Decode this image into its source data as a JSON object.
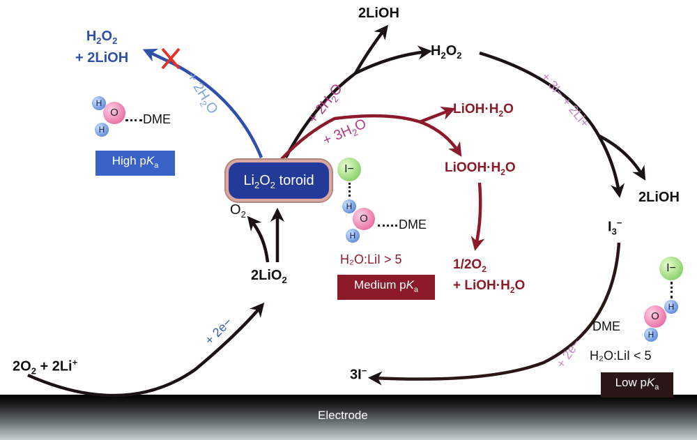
{
  "electrode": {
    "label": "Electrode"
  },
  "left_cycle": {
    "reactant": [
      "2O",
      "2",
      " + 2Li",
      "+"
    ],
    "electrons": "+ 2e−",
    "product": [
      "2LiO",
      "2"
    ],
    "o2": [
      "O",
      "2"
    ],
    "toroid": [
      "Li",
      "2",
      "O",
      "2",
      " toroid"
    ]
  },
  "high_pka": {
    "water": [
      "+ 2H",
      "2",
      "O"
    ],
    "products_line1": [
      "H",
      "2",
      "O",
      "2"
    ],
    "products_line2": "+ 2LiOH",
    "molecule": {
      "H": "H",
      "O": "O",
      "DME": "DME"
    },
    "box": [
      "High p",
      "K",
      "a"
    ],
    "blocked_mark": "✕"
  },
  "medium_pka": {
    "water": [
      "+ 3H",
      "2",
      "O"
    ],
    "product1": [
      "LiOH·H",
      "2",
      "O"
    ],
    "product2": [
      "LiOOH·H",
      "2",
      "O"
    ],
    "product3_line1": [
      "1/2O",
      "2"
    ],
    "product3_line2": [
      "+ LiOH·H",
      "2",
      "O"
    ],
    "ratio": "H₂O:LiI > 5",
    "molecule": {
      "I": "I−",
      "H": "H",
      "O": "O",
      "H2": "H",
      "DME": "DME"
    },
    "box": [
      "Medium p",
      "K",
      "a"
    ]
  },
  "low_pka": {
    "water": [
      "+ 2H",
      "2",
      "O"
    ],
    "lioh_top": "2LiOH",
    "h2o2": [
      "H",
      "2",
      "O",
      "2"
    ],
    "iodide_reagents": "+ 3I− + 2Li+",
    "lioh_right": "2LiOH",
    "i3": [
      "I",
      "3",
      "−"
    ],
    "electrons": "+ 2e−",
    "iodide": [
      "3I",
      "−"
    ],
    "ratio": "H₂O:LiI < 5",
    "molecule": {
      "I": "I−",
      "H": "H",
      "O": "O",
      "H2": "H",
      "DME": "DME"
    },
    "box": [
      "Low p",
      "K",
      "a"
    ]
  },
  "colors": {
    "black_path": "#1a1214",
    "blue_path": "#2f4fa8",
    "red_path": "#8c1a2a",
    "cross": "#e0332a",
    "toroid_fill": "#233a98",
    "high_box": "#3a63c8",
    "medium_box": "#8c1a2a",
    "low_box": "#2a1517"
  }
}
